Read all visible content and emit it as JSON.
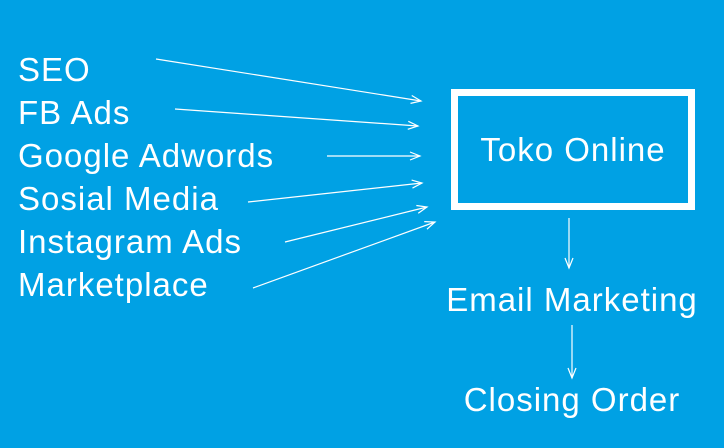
{
  "diagram": {
    "background_color": "#00A1E4",
    "text_color": "#FFFFFF",
    "sources": [
      {
        "label": "SEO"
      },
      {
        "label": "FB Ads"
      },
      {
        "label": "Google Adwords"
      },
      {
        "label": "Sosial Media"
      },
      {
        "label": "Instagram Ads"
      },
      {
        "label": "Marketplace"
      }
    ],
    "store": {
      "label": "Toko Online"
    },
    "funnel": [
      {
        "label": "Email Marketing"
      },
      {
        "label": "Closing Order"
      }
    ]
  }
}
